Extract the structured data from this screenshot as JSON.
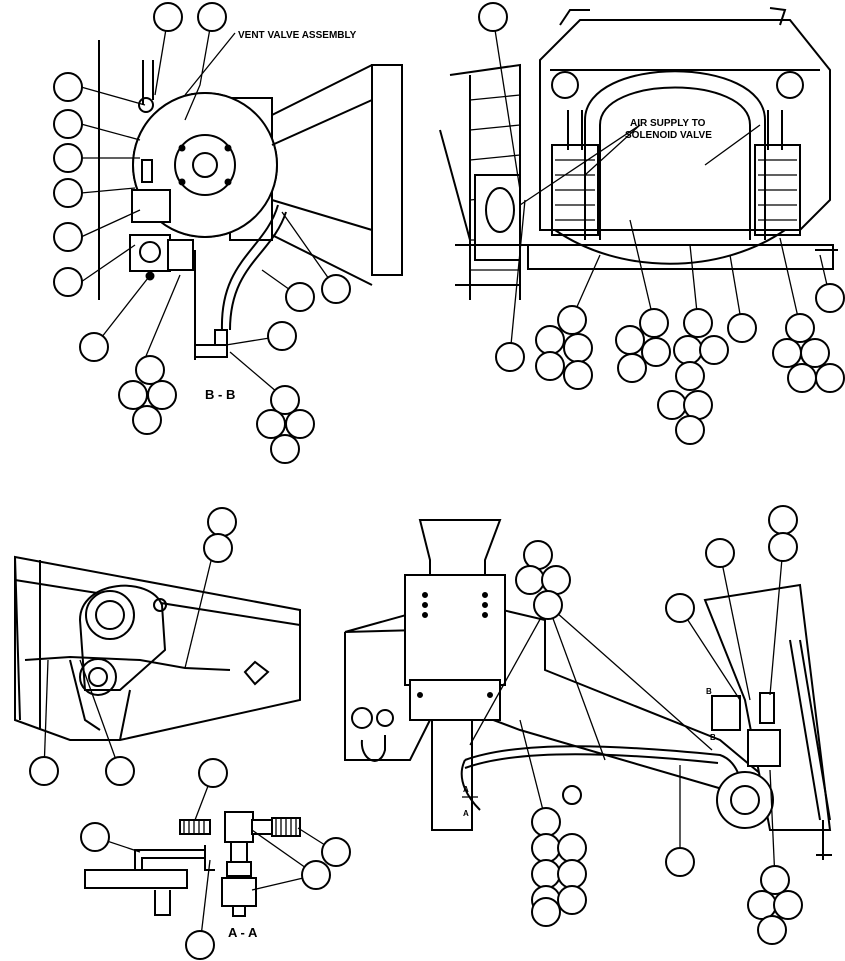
{
  "labels": {
    "vent_valve": "VENT VALVE ASSEMBLY",
    "air_supply_line1": "AIR SUPPLY TO",
    "air_supply_line2": "SOLENOID VALVE",
    "section_bb": "B - B",
    "section_aa": "A - A",
    "mark_a": "A",
    "mark_b": "B"
  },
  "views": [
    "section-b-b-vent-valve",
    "air-supply-rear-view",
    "frame-pivot-detail",
    "section-a-a-fittings",
    "frame-side-view"
  ]
}
